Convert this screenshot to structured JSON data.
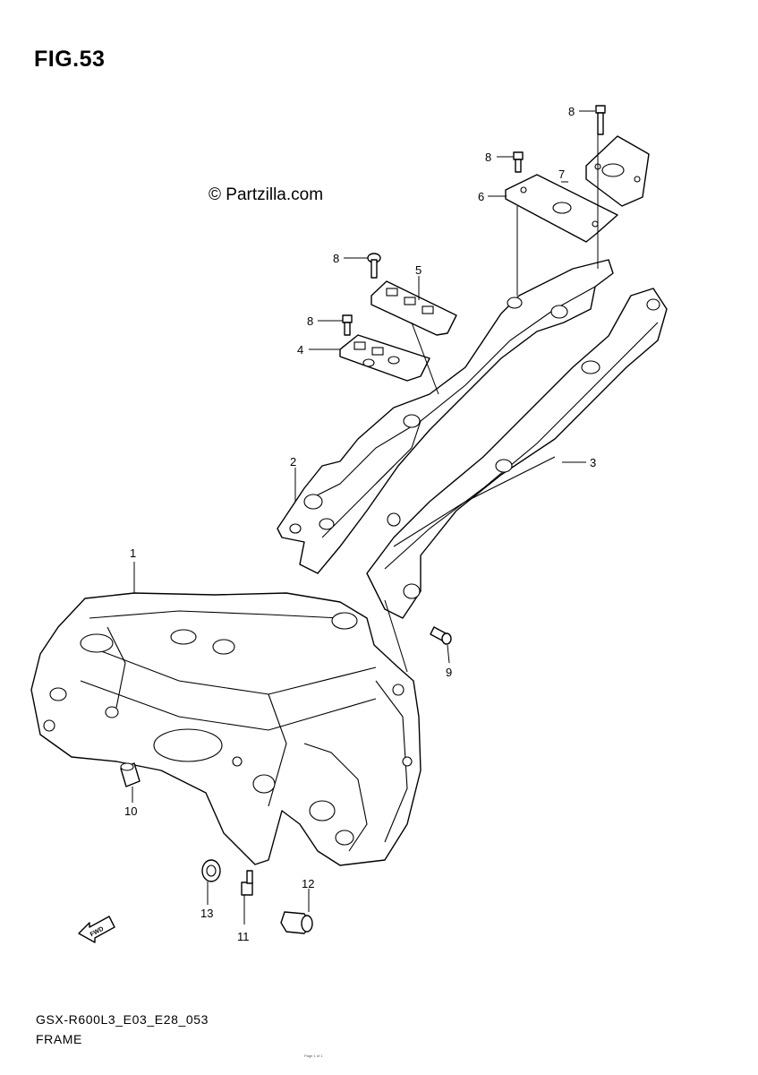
{
  "figure": {
    "title": "FIG.53",
    "copyright": "© Partzilla.com",
    "drawing_code": "GSX-R600L3_E03_E28_053",
    "group_name": "FRAME",
    "fine_print": "Page 1 of 1"
  },
  "callouts": [
    {
      "id": "1",
      "label": "1"
    },
    {
      "id": "2",
      "label": "2"
    },
    {
      "id": "3",
      "label": "3"
    },
    {
      "id": "4",
      "label": "4"
    },
    {
      "id": "5",
      "label": "5"
    },
    {
      "id": "6",
      "label": "6"
    },
    {
      "id": "7",
      "label": "7"
    },
    {
      "id": "8a",
      "label": "8"
    },
    {
      "id": "8b",
      "label": "8"
    },
    {
      "id": "8c",
      "label": "8"
    },
    {
      "id": "8d",
      "label": "8"
    },
    {
      "id": "9",
      "label": "9"
    },
    {
      "id": "10",
      "label": "10"
    },
    {
      "id": "11",
      "label": "11"
    },
    {
      "id": "12",
      "label": "12"
    },
    {
      "id": "13",
      "label": "13"
    }
  ],
  "icons": {
    "front_arrow": "front-direction-arrow-icon",
    "front_arrow_text": "FWD"
  }
}
